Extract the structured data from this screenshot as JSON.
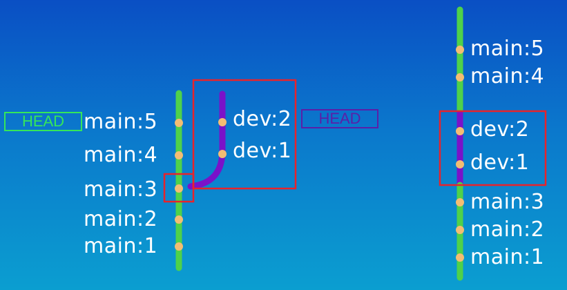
{
  "colors": {
    "main_branch": "#4fd14a",
    "dev_branch": "#7a12c9",
    "commit_node": "#f3bd73",
    "highlight_box": "#e8232b",
    "head_main": "#35e65a",
    "head_dev": "#5a1fa8"
  },
  "before": {
    "head_main_label": "HEAD",
    "head_dev_label": "HEAD",
    "main_commits": [
      "main:5",
      "main:4",
      "main:3",
      "main:2",
      "main:1"
    ],
    "dev_commits": [
      "dev:2",
      "dev:1"
    ]
  },
  "after": {
    "commits": [
      "main:5",
      "main:4",
      "dev:2",
      "dev:1",
      "main:3",
      "main:2",
      "main:1"
    ]
  }
}
